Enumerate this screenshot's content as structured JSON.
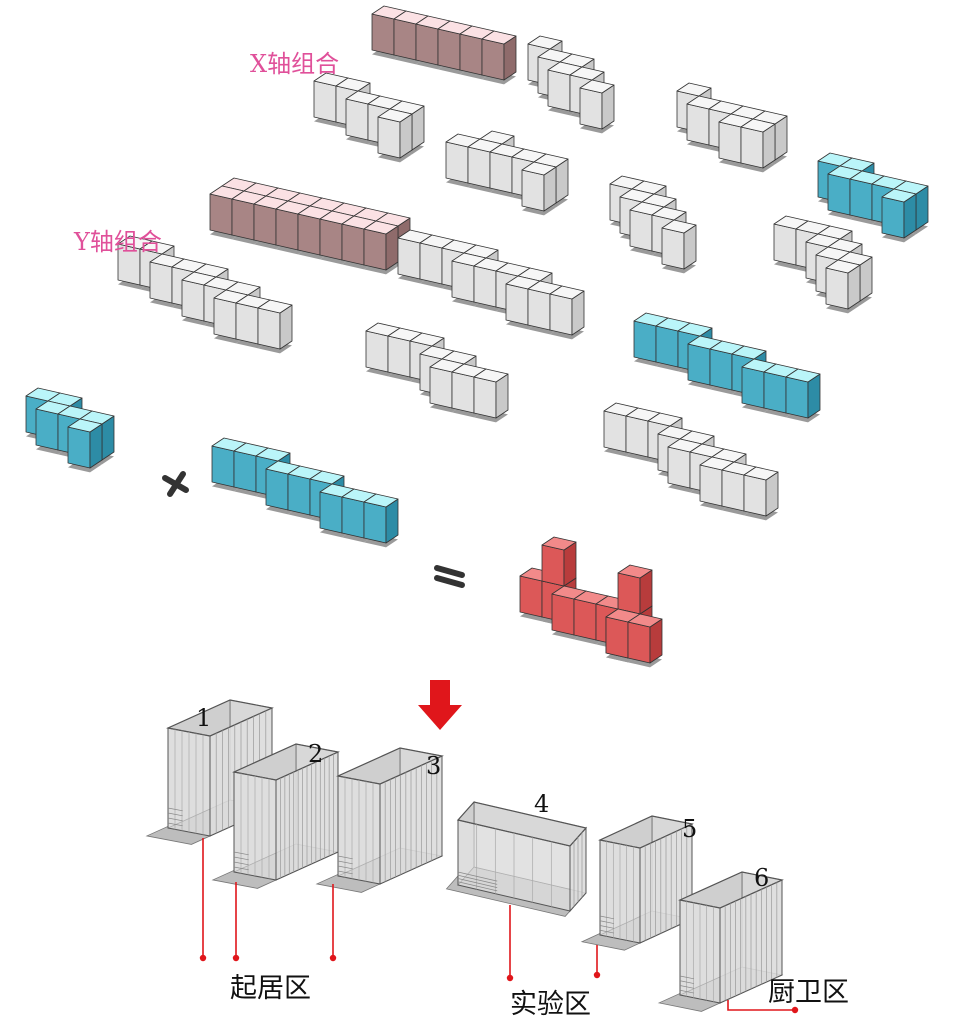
{
  "labels": {
    "x_axis_combo": "X轴组合",
    "y_axis_combo": "Y轴组合"
  },
  "modules": [
    {
      "number": "1"
    },
    {
      "number": "2"
    },
    {
      "number": "3"
    },
    {
      "number": "4"
    },
    {
      "number": "5"
    },
    {
      "number": "6"
    }
  ],
  "zones": {
    "living": "起居区",
    "lab": "实验区",
    "kitchen_bath": "厨卫区"
  },
  "colors": {
    "white": [
      "#f6f6f6",
      "#e2e2e2",
      "#c9c9c9"
    ],
    "pink": [
      "#fbe1e4",
      "#a88585",
      "#8f6b6b"
    ],
    "cyan": [
      "#baf5f9",
      "#4aaec6",
      "#2d8ca6"
    ],
    "red": [
      "#f28a8a",
      "#dc5858",
      "#b83c3c"
    ],
    "accent": "#e0161b",
    "label_pink": "#e0509a"
  }
}
